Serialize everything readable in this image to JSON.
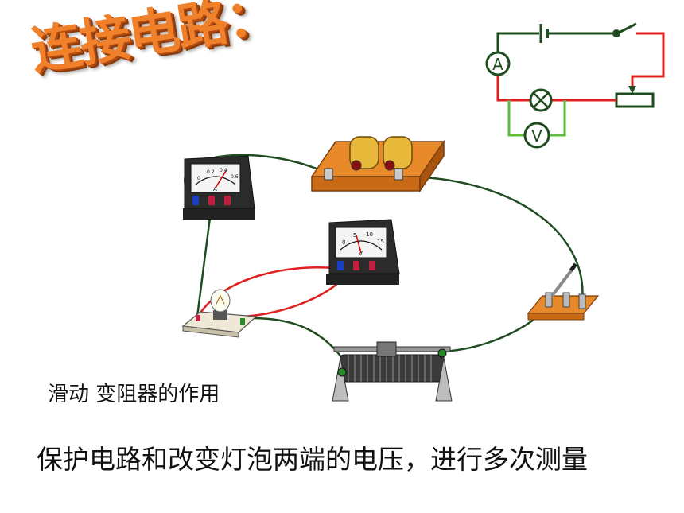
{
  "title": "连接电路：",
  "schematic": {
    "ammeter_symbol": "A",
    "voltmeter_symbol": "V"
  },
  "instruments": {
    "ammeter_scale": [
      "0",
      "0.2",
      "0.4",
      "0.6"
    ],
    "voltmeter_scale": [
      "0",
      "5",
      "10",
      "15"
    ],
    "ammeter_unit": "A",
    "voltmeter_unit": "V"
  },
  "caption": "滑动 变阻器的作用",
  "conclusion": "保护电路和改变灯泡两端的电压，进行多次测量",
  "colors": {
    "title": "#f0802a",
    "wire_dark": "#1f4d1f",
    "wire_red": "#e02020",
    "wire_green": "#5bbf3a",
    "board": "#e8892a"
  }
}
